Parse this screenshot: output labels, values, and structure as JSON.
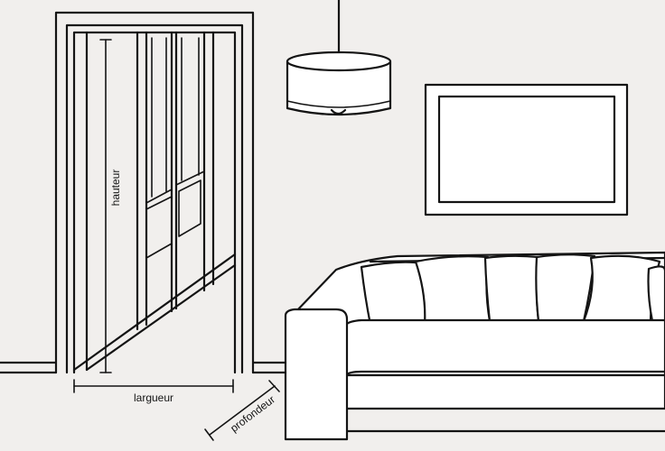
{
  "labels": {
    "height": "hauteur",
    "width": "largueur",
    "depth": "profondeur"
  },
  "colors": {
    "background": "#f1efed",
    "line": "#141414",
    "fill": "#ffffff"
  }
}
